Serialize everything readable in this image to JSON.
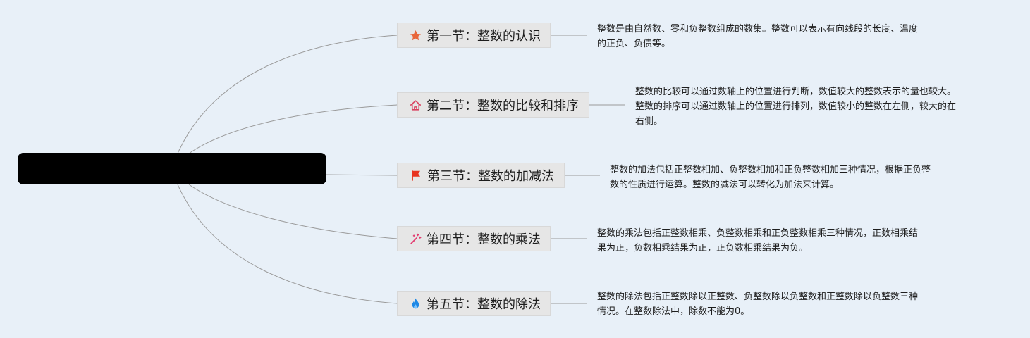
{
  "root": {
    "title": ""
  },
  "sections": [
    {
      "icon": "star-icon",
      "label": "第一节：整数的认识",
      "desc_lines": [
        "整数是由自然数、零和负整数组成的数集。整数可以表示有向线段的长度、温度",
        "的正负、负债等。"
      ]
    },
    {
      "icon": "home-icon",
      "label": "第二节：整数的比较和排序",
      "desc_lines": [
        "整数的比较可以通过数轴上的位置进行判断，数值较大的整数表示的量也较大。",
        "整数的排序可以通过数轴上的位置进行排列，数值较小的整数在左侧，较大的在",
        "右侧。"
      ]
    },
    {
      "icon": "flag-icon",
      "label": "第三节：整数的加减法",
      "desc_lines": [
        "整数的加法包括正整数相加、负整数相加和正负整数相加三种情况，根据正负整",
        "数的性质进行运算。整数的减法可以转化为加法来计算。"
      ]
    },
    {
      "icon": "magic-wand-icon",
      "label": "第四节：整数的乘法",
      "desc_lines": [
        "整数的乘法包括正整数相乘、负整数相乘和正负整数相乘三种情况，正数相乘结",
        "果为正，负数相乘结果为正，正负数相乘结果为负。"
      ]
    },
    {
      "icon": "fire-icon",
      "label": "第五节：整数的除法",
      "desc_lines": [
        "整数的除法包括正整数除以正整数、负整数除以负整数和正整数除以负整数三种",
        "情况。在整数除法中，除数不能为0。"
      ]
    }
  ]
}
